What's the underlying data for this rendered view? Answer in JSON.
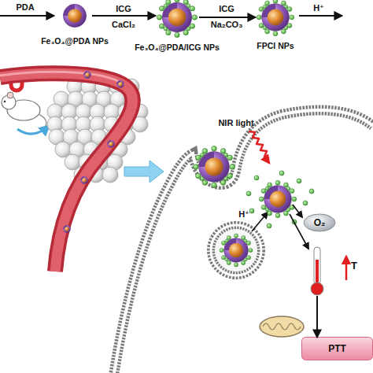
{
  "diagram": {
    "nodes": [
      {
        "text": [
          "Fe₃O₄@PDA NPs"
        ]
      },
      {
        "text": [
          "Fe₃O₄@PDA/ICG NPs"
        ]
      },
      {
        "text": [
          "FPCI NPs"
        ]
      },
      {
        "text": [
          "O₂"
        ]
      },
      {
        "text": [
          "T"
        ]
      },
      {
        "text": [
          "PTT"
        ]
      }
    ],
    "edges": [
      {
        "from": 0,
        "to": 1,
        "arrow": "to"
      },
      {
        "from": 1,
        "to": 2,
        "arrow": "to"
      },
      {
        "from": 4,
        "to": 5,
        "arrow": "to"
      }
    ],
    "labels": [
      "PDA",
      "ICG",
      "CaCl₂",
      "ICG",
      "Na₂CO₃",
      "H⁺",
      "NIR light",
      "H⁺"
    ]
  }
}
